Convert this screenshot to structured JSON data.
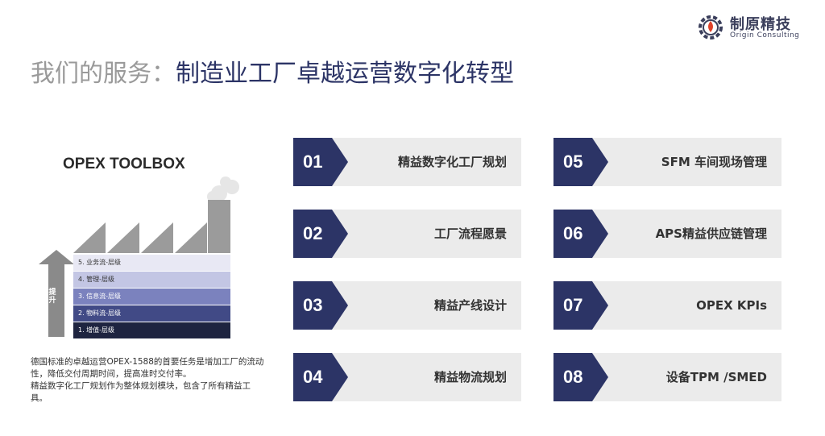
{
  "logo": {
    "cn": "制原精技",
    "en": "Origin Consulting",
    "icon": "gear-flame-icon"
  },
  "title": {
    "prefix": "我们的服务：",
    "main": "制造业工厂卓越运营数字化转型"
  },
  "toolbox": {
    "title": "OPEX TOOLBOX",
    "arrow_label": "提升",
    "levels": [
      "5. 业务流-层级",
      "4. 管理-层级",
      "3. 信息流-层级",
      "2. 物料流-层级",
      "1. 增值-层级"
    ]
  },
  "description": [
    "德国标准的卓越运营OPEX-1588的首要任务是增加工厂的流动性，降低交付周期时间，提高准时交付率。",
    "精益数字化工厂规划作为整体规划模块，包含了所有精益工具。"
  ],
  "services": [
    {
      "num": "01",
      "label": "精益数字化工厂规划"
    },
    {
      "num": "02",
      "label": "工厂流程愿景"
    },
    {
      "num": "03",
      "label": "精益产线设计"
    },
    {
      "num": "04",
      "label": "精益物流规划"
    },
    {
      "num": "05",
      "label": "SFM 车间现场管理"
    },
    {
      "num": "06",
      "label": "APS精益供应链管理"
    },
    {
      "num": "07",
      "label": "OPEX KPIs"
    },
    {
      "num": "08",
      "label": "设备TPM /SMED"
    }
  ],
  "colors": {
    "navy": "#2c3466",
    "card_bg": "#ebebeb",
    "title_gray": "#9a9a9a"
  }
}
